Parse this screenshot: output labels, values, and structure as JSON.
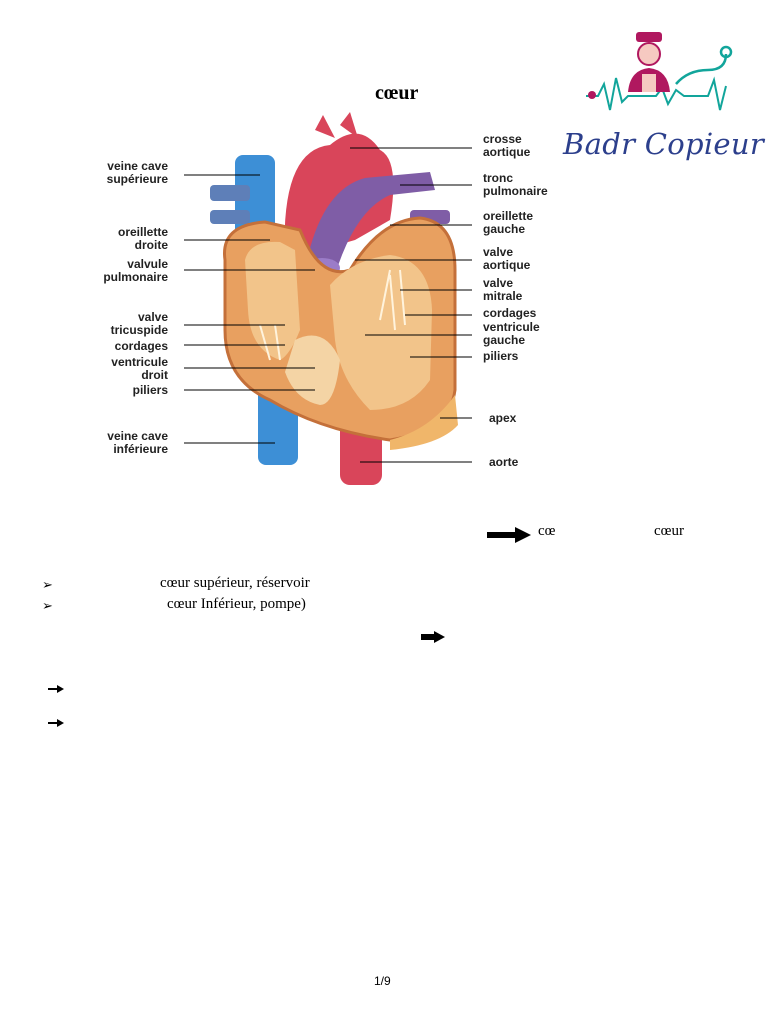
{
  "document": {
    "title": "cœur",
    "logo_text": "Badr Copieur",
    "arrow_line": {
      "left": "cœ",
      "right": "cœur"
    },
    "bullets": [
      {
        "marker": "➢",
        "text": "cœur supérieur, réservoir"
      },
      {
        "marker": "➢",
        "text": "cœur Inférieur, pompe)"
      }
    ],
    "page_number": "1/9"
  },
  "diagram": {
    "labels_left": [
      "veine cave\nsupérieure",
      "oreillette\ndroite",
      "valvule\npulmonaire",
      "valve\ntricuspide",
      "cordages",
      "ventricule\ndroit",
      "piliers",
      "veine cave\ninférieure"
    ],
    "labels_right": [
      "crosse\naortique",
      "tronc\npulmonaire",
      "oreillette\ngauche",
      "valve\naortique",
      "valve\nmitrale",
      "cordages",
      "ventricule\ngauche",
      "piliers",
      "apex",
      "aorte"
    ]
  },
  "colors": {
    "logo_blue": "#2c3f8c",
    "logo_magenta": "#b0185f",
    "logo_teal": "#12a59b",
    "vein_blue": "#3d8fd6",
    "artery_red": "#d9455a",
    "pulmonary_purple": "#7f5da6",
    "muscle_orange": "#e8a060",
    "tissue_tan": "#f2c48a"
  }
}
